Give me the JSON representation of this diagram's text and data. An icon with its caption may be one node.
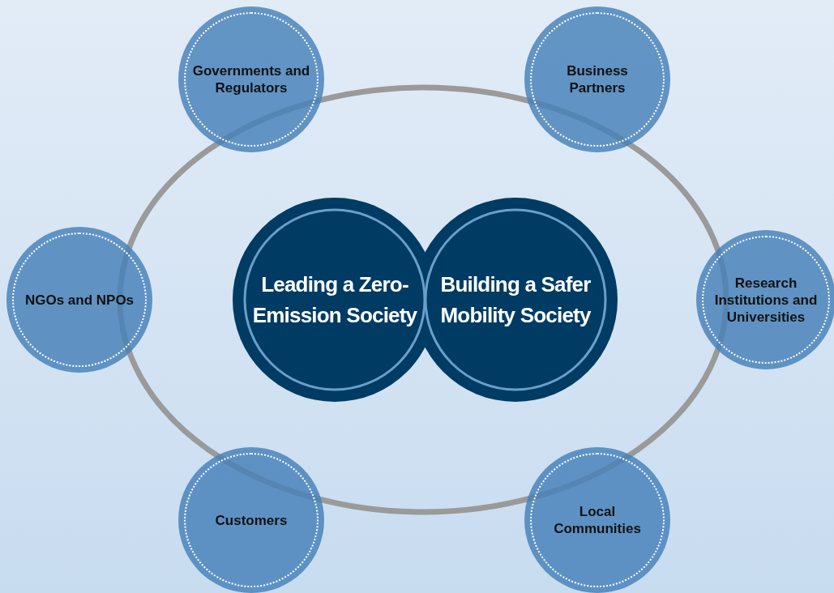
{
  "diagram": {
    "nodes": [
      {
        "text": [
          "Governments and Regulators"
        ]
      },
      {
        "text": [
          "Business Partners"
        ]
      },
      {
        "text": [
          "NGOs and NPOs"
        ]
      },
      {
        "text": [
          "Leading a Zero-Emission Society"
        ]
      },
      {
        "text": [
          "Building a Safer Mobility Society"
        ]
      },
      {
        "text": [
          "Research Institutions and Universities"
        ]
      },
      {
        "text": [
          "Customers"
        ]
      },
      {
        "text": [
          "Local Communities"
        ]
      }
    ]
  }
}
